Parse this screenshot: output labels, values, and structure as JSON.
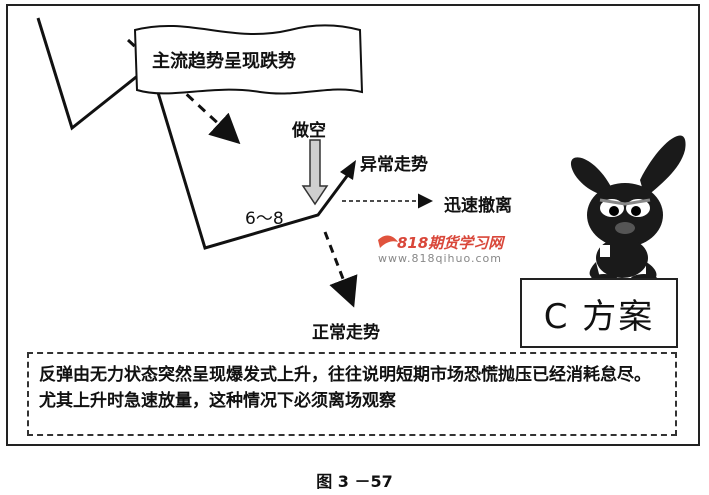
{
  "flag_title": "主流趋势呈现跌势",
  "labels": {
    "short": "做空",
    "abnormal": "异常走势",
    "range": "6～8",
    "exit": "迅速撤离",
    "normal": "正常走势"
  },
  "plan": "C 方案",
  "note": "反弹由无力状态突然呈现爆发式上升，往往说明短期市场恐慌抛压已经消耗怠尽。尤其上升时急速放量，这种情况下必须离场观察",
  "watermark": {
    "title": "818期货学习网",
    "url": "www.818qihuo.com"
  },
  "caption": "图 3 －57"
}
